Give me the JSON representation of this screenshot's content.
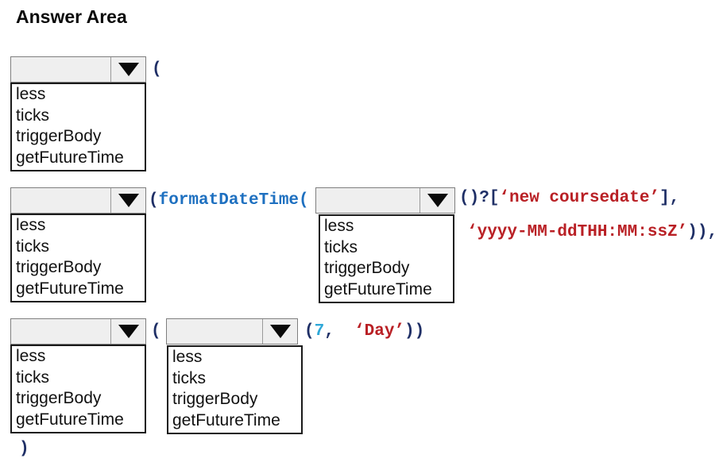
{
  "title": "Answer Area",
  "palette": {
    "punctuation_navy": "#1f2f66",
    "function_blue": "#1e70c0",
    "number_blue": "#2fa8d8",
    "string_red": "#b92025",
    "dropdown_fill": "#efefef",
    "listbox_border": "#1a1a1a"
  },
  "dropdown_options": [
    "less",
    "ticks",
    "triggerBody",
    "getFutureTime"
  ],
  "dropdown_selected_value": "",
  "code": {
    "row1": {
      "open_paren": "("
    },
    "row2": {
      "prefix_open_paren": "(",
      "function_call": "formatDateTime(",
      "line1_accessor_open": "()?[",
      "line1_property_string": "‘new coursedate’",
      "line1_accessor_close": "],",
      "line2_format_string": "‘yyyy-MM-ddTHH:MM:ssZ’",
      "line2_close": ")),"
    },
    "row3": {
      "open_paren": "(",
      "args_open_paren": "(",
      "args_number": "7",
      "args_comma": ",  ",
      "args_string": "‘Day’",
      "args_close": "))"
    },
    "closing_paren": ")"
  }
}
